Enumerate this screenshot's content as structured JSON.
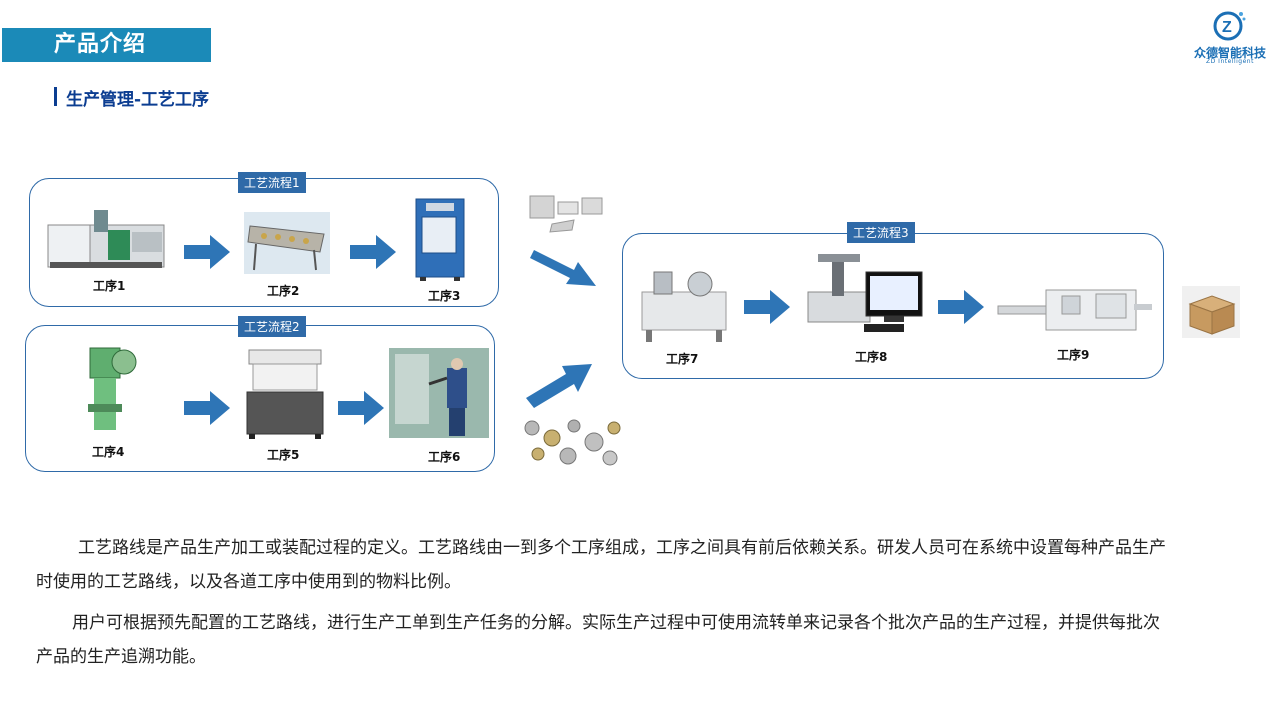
{
  "header": {
    "banner_title": "产品介绍",
    "section_title": "生产管理-工艺工序",
    "brand_name": "众德智能科技",
    "brand_sub": "ZD Intelligent"
  },
  "flows": [
    {
      "label": "工艺流程1",
      "steps": [
        "工序1",
        "工序2",
        "工序3"
      ]
    },
    {
      "label": "工艺流程2",
      "steps": [
        "工序4",
        "工序5",
        "工序6"
      ]
    },
    {
      "label": "工艺流程3",
      "steps": [
        "工序7",
        "工序8",
        "工序9"
      ]
    }
  ],
  "paragraphs": {
    "p1": "工艺路线是产品生产加工或装配过程的定义。工艺路线由一到多个工序组成，工序之间具有前后依赖关系。研发人员可在系统中设置每种产品生产时使用的工艺路线，以及各道工序中使用到的物料比例。",
    "p2": "用户可根据预先配置的工艺路线，进行生产工单到生产任务的分解。实际生产过程中可使用流转单来记录各个批次产品的生产过程，并提供每批次产品的生产追溯功能。"
  },
  "colors": {
    "banner": "#1b8ab8",
    "accent": "#2f6aa8",
    "title": "#0b3d91",
    "arrow": "#2e75b6"
  }
}
